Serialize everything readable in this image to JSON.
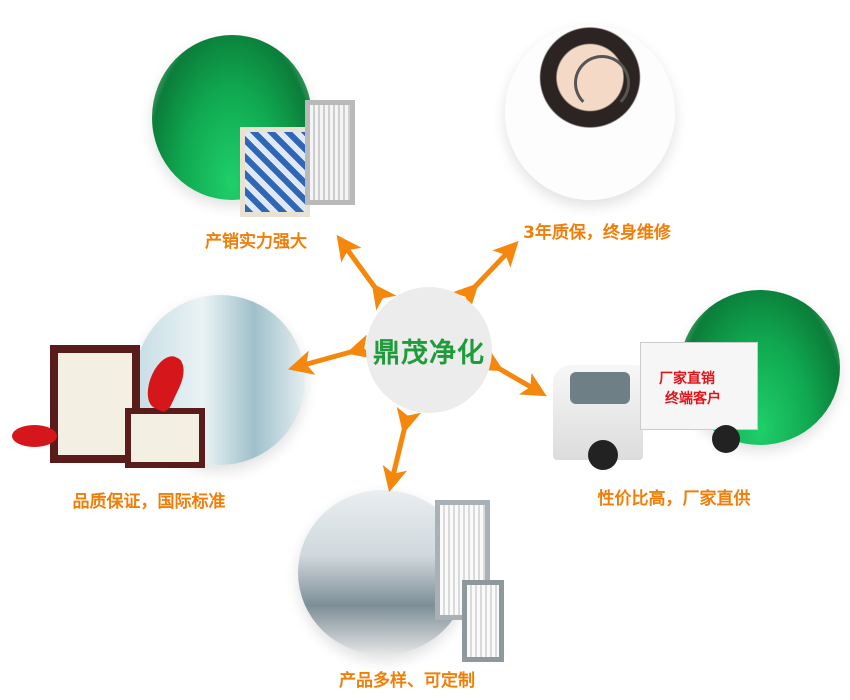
{
  "center": {
    "title": "鼎茂净化"
  },
  "features": [
    {
      "label": "产销实力强大"
    },
    {
      "label": "3年质保，终身维修"
    },
    {
      "label": "品质保证，国际标准"
    },
    {
      "label": "性价比高，厂家直供"
    },
    {
      "label": "产品多样、可定制"
    }
  ],
  "truck": {
    "line1": "厂家直销",
    "line2": "终端客户"
  },
  "colors": {
    "accent": "#f07f0a",
    "brand_green": "#1f9c3a",
    "center_bg": "#ececec"
  }
}
